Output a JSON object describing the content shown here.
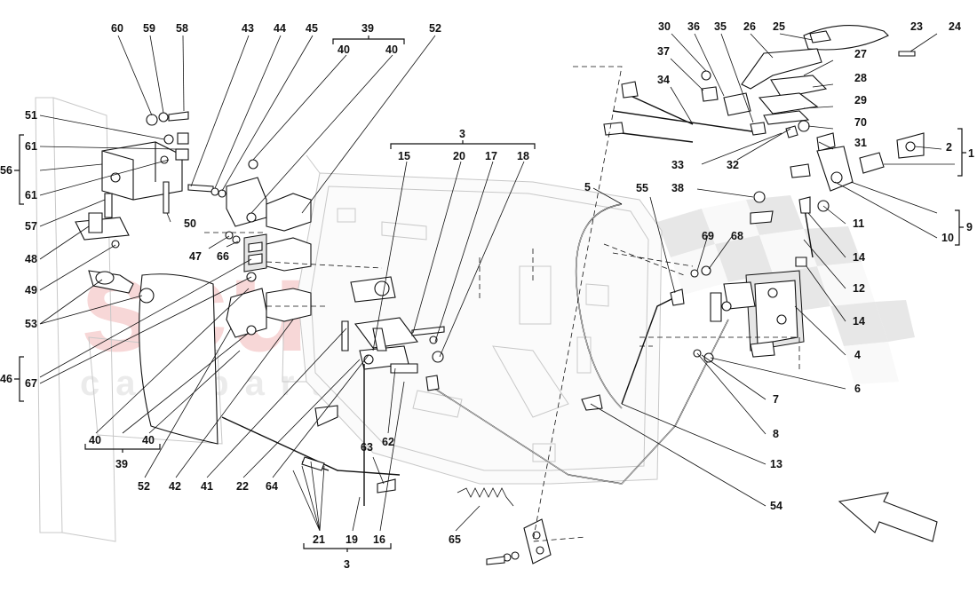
{
  "watermark": {
    "main": "scuderia",
    "sub": "car parts"
  },
  "labels": [
    {
      "id": "60",
      "text": "60"
    },
    {
      "id": "59",
      "text": "59"
    },
    {
      "id": "58",
      "text": "58"
    },
    {
      "id": "43",
      "text": "43"
    },
    {
      "id": "44",
      "text": "44"
    },
    {
      "id": "45",
      "text": "45"
    },
    {
      "id": "39t",
      "text": "39"
    },
    {
      "id": "40a",
      "text": "40"
    },
    {
      "id": "40b",
      "text": "40"
    },
    {
      "id": "52t",
      "text": "52"
    },
    {
      "id": "51",
      "text": "51"
    },
    {
      "id": "61a",
      "text": "61"
    },
    {
      "id": "56",
      "text": "56"
    },
    {
      "id": "61b",
      "text": "61"
    },
    {
      "id": "57",
      "text": "57"
    },
    {
      "id": "50",
      "text": "50"
    },
    {
      "id": "48",
      "text": "48"
    },
    {
      "id": "47",
      "text": "47"
    },
    {
      "id": "66",
      "text": "66"
    },
    {
      "id": "49",
      "text": "49"
    },
    {
      "id": "53",
      "text": "53"
    },
    {
      "id": "46",
      "text": "46"
    },
    {
      "id": "67",
      "text": "67"
    },
    {
      "id": "3t",
      "text": "3"
    },
    {
      "id": "15",
      "text": "15"
    },
    {
      "id": "20",
      "text": "20"
    },
    {
      "id": "17",
      "text": "17"
    },
    {
      "id": "18",
      "text": "18"
    },
    {
      "id": "40c",
      "text": "40"
    },
    {
      "id": "40d",
      "text": "40"
    },
    {
      "id": "39b",
      "text": "39"
    },
    {
      "id": "52b",
      "text": "52"
    },
    {
      "id": "42",
      "text": "42"
    },
    {
      "id": "41",
      "text": "41"
    },
    {
      "id": "22",
      "text": "22"
    },
    {
      "id": "64",
      "text": "64"
    },
    {
      "id": "62",
      "text": "62"
    },
    {
      "id": "63",
      "text": "63"
    },
    {
      "id": "21",
      "text": "21"
    },
    {
      "id": "19",
      "text": "19"
    },
    {
      "id": "16",
      "text": "16"
    },
    {
      "id": "3b",
      "text": "3"
    },
    {
      "id": "65",
      "text": "65"
    },
    {
      "id": "30",
      "text": "30"
    },
    {
      "id": "36",
      "text": "36"
    },
    {
      "id": "35",
      "text": "35"
    },
    {
      "id": "26",
      "text": "26"
    },
    {
      "id": "25",
      "text": "25"
    },
    {
      "id": "23",
      "text": "23"
    },
    {
      "id": "24",
      "text": "24"
    },
    {
      "id": "37",
      "text": "37"
    },
    {
      "id": "27",
      "text": "27"
    },
    {
      "id": "34",
      "text": "34"
    },
    {
      "id": "28",
      "text": "28"
    },
    {
      "id": "29",
      "text": "29"
    },
    {
      "id": "70",
      "text": "70"
    },
    {
      "id": "31",
      "text": "31"
    },
    {
      "id": "2",
      "text": "2"
    },
    {
      "id": "1",
      "text": "1"
    },
    {
      "id": "33",
      "text": "33"
    },
    {
      "id": "32",
      "text": "32"
    },
    {
      "id": "5",
      "text": "5"
    },
    {
      "id": "55",
      "text": "55"
    },
    {
      "id": "38",
      "text": "38"
    },
    {
      "id": "11",
      "text": "11"
    },
    {
      "id": "9",
      "text": "9"
    },
    {
      "id": "10",
      "text": "10"
    },
    {
      "id": "69",
      "text": "69"
    },
    {
      "id": "68",
      "text": "68"
    },
    {
      "id": "14a",
      "text": "14"
    },
    {
      "id": "12",
      "text": "12"
    },
    {
      "id": "14b",
      "text": "14"
    },
    {
      "id": "4",
      "text": "4"
    },
    {
      "id": "6",
      "text": "6"
    },
    {
      "id": "7",
      "text": "7"
    },
    {
      "id": "8",
      "text": "8"
    },
    {
      "id": "13",
      "text": "13"
    },
    {
      "id": "54",
      "text": "54"
    }
  ]
}
